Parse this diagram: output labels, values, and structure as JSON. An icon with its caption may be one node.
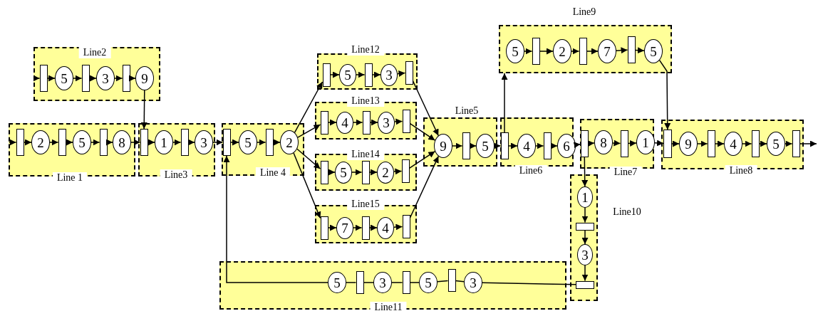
{
  "diagram": {
    "nodes": [
      {
        "text": [
          "Line2"
        ]
      },
      {
        "text": [],
        "shape": "bar",
        "in": 0
      },
      {
        "text": [
          "5"
        ],
        "in": 0
      },
      {
        "text": [],
        "shape": "bar",
        "in": 0
      },
      {
        "text": [
          "3"
        ],
        "in": 0
      },
      {
        "text": [],
        "shape": "bar",
        "in": 0
      },
      {
        "text": [
          "9"
        ],
        "in": 0
      },
      {
        "text": [
          "Line 1"
        ]
      },
      {
        "text": [],
        "shape": "bar",
        "in": 7
      },
      {
        "text": [
          "2"
        ],
        "in": 7
      },
      {
        "text": [],
        "shape": "bar",
        "in": 7
      },
      {
        "text": [
          "5"
        ],
        "in": 7
      },
      {
        "text": [],
        "shape": "bar",
        "in": 7
      },
      {
        "text": [
          "8"
        ],
        "in": 7
      },
      {
        "text": [
          "Line3"
        ]
      },
      {
        "text": [],
        "shape": "bar",
        "in": 14
      },
      {
        "text": [
          "1"
        ],
        "in": 14
      },
      {
        "text": [],
        "shape": "bar",
        "in": 14
      },
      {
        "text": [
          "3"
        ],
        "in": 14
      },
      {
        "text": [
          "Line 4"
        ]
      },
      {
        "text": [],
        "shape": "bar",
        "in": 19
      },
      {
        "text": [
          "5"
        ],
        "in": 19
      },
      {
        "text": [],
        "shape": "bar",
        "in": 19
      },
      {
        "text": [
          "2"
        ],
        "in": 19
      },
      {
        "text": [
          "Line12"
        ]
      },
      {
        "text": [],
        "shape": "bar",
        "in": 24
      },
      {
        "text": [
          "5"
        ],
        "in": 24
      },
      {
        "text": [],
        "shape": "bar",
        "in": 24
      },
      {
        "text": [
          "3"
        ],
        "in": 24
      },
      {
        "text": [],
        "shape": "bar",
        "in": 24
      },
      {
        "text": [
          "Line13"
        ]
      },
      {
        "text": [],
        "shape": "bar",
        "in": 30
      },
      {
        "text": [
          "4"
        ],
        "in": 30
      },
      {
        "text": [],
        "shape": "bar",
        "in": 30
      },
      {
        "text": [
          "3"
        ],
        "in": 30
      },
      {
        "text": [],
        "shape": "bar",
        "in": 30
      },
      {
        "text": [
          "Line14"
        ]
      },
      {
        "text": [],
        "shape": "bar",
        "in": 36
      },
      {
        "text": [
          "5"
        ],
        "in": 36
      },
      {
        "text": [],
        "shape": "bar",
        "in": 36
      },
      {
        "text": [
          "2"
        ],
        "in": 36
      },
      {
        "text": [],
        "shape": "bar",
        "in": 36
      },
      {
        "text": [
          "Line15"
        ]
      },
      {
        "text": [],
        "shape": "bar",
        "in": 42
      },
      {
        "text": [
          "7"
        ],
        "in": 42
      },
      {
        "text": [],
        "shape": "bar",
        "in": 42
      },
      {
        "text": [
          "4"
        ],
        "in": 42
      },
      {
        "text": [],
        "shape": "bar",
        "in": 42
      },
      {
        "text": [
          "Line5"
        ]
      },
      {
        "text": [
          "9"
        ],
        "in": 48
      },
      {
        "text": [],
        "shape": "bar",
        "in": 48
      },
      {
        "text": [
          "5"
        ],
        "in": 48
      },
      {
        "text": [
          "Line6"
        ]
      },
      {
        "text": [],
        "shape": "bar",
        "in": 52
      },
      {
        "text": [
          "4"
        ],
        "in": 52
      },
      {
        "text": [],
        "shape": "bar",
        "in": 52
      },
      {
        "text": [
          "6"
        ],
        "in": 52
      },
      {
        "text": [
          "Line9"
        ]
      },
      {
        "text": [
          "5"
        ],
        "in": 57
      },
      {
        "text": [],
        "shape": "bar",
        "in": 57
      },
      {
        "text": [
          "2"
        ],
        "in": 57
      },
      {
        "text": [],
        "shape": "bar",
        "in": 57
      },
      {
        "text": [
          "7"
        ],
        "in": 57
      },
      {
        "text": [],
        "shape": "bar",
        "in": 57
      },
      {
        "text": [
          "5"
        ],
        "in": 57
      },
      {
        "text": [
          "Line7"
        ]
      },
      {
        "text": [],
        "shape": "bar",
        "in": 65
      },
      {
        "text": [
          "8"
        ],
        "in": 65
      },
      {
        "text": [],
        "shape": "bar",
        "in": 65
      },
      {
        "text": [
          "1"
        ],
        "in": 65
      },
      {
        "text": [
          "Line8"
        ]
      },
      {
        "text": [],
        "shape": "bar",
        "in": 70
      },
      {
        "text": [
          "9"
        ],
        "in": 70
      },
      {
        "text": [],
        "shape": "bar",
        "in": 70
      },
      {
        "text": [
          "4"
        ],
        "in": 70
      },
      {
        "text": [],
        "shape": "bar",
        "in": 70
      },
      {
        "text": [
          "5"
        ],
        "in": 70
      },
      {
        "text": [],
        "shape": "bar",
        "in": 70
      },
      {
        "text": [
          "Line10"
        ]
      },
      {
        "text": [
          "1"
        ],
        "in": 78
      },
      {
        "text": [],
        "shape": "bar",
        "in": 78
      },
      {
        "text": [
          "3"
        ],
        "in": 78
      },
      {
        "text": [],
        "shape": "bar",
        "in": 78
      },
      {
        "text": [
          "Line11"
        ]
      },
      {
        "text": [
          "5"
        ],
        "in": 83
      },
      {
        "text": [],
        "shape": "bar",
        "in": 83
      },
      {
        "text": [
          "3"
        ],
        "in": 83
      },
      {
        "text": [],
        "shape": "bar",
        "in": 83
      },
      {
        "text": [
          "5"
        ],
        "in": 83
      },
      {
        "text": [],
        "shape": "bar",
        "in": 83
      },
      {
        "text": [
          "3"
        ],
        "in": 83
      }
    ],
    "edges": [
      {
        "from": null,
        "to": 1,
        "arrow": "to"
      },
      {
        "from": 1,
        "to": 2,
        "arrow": "to"
      },
      {
        "from": 2,
        "to": 3,
        "arrow": "to"
      },
      {
        "from": 3,
        "to": 4,
        "arrow": "to"
      },
      {
        "from": 4,
        "to": 5,
        "arrow": "to"
      },
      {
        "from": 5,
        "to": 6,
        "arrow": "to"
      },
      {
        "from": 6,
        "to": 15,
        "arrow": "to"
      },
      {
        "from": null,
        "to": 8,
        "arrow": "to"
      },
      {
        "from": 8,
        "to": 9,
        "arrow": "to"
      },
      {
        "from": 9,
        "to": 10,
        "arrow": "to"
      },
      {
        "from": 10,
        "to": 11,
        "arrow": "to"
      },
      {
        "from": 11,
        "to": 12,
        "arrow": "to"
      },
      {
        "from": 12,
        "to": 13,
        "arrow": "to"
      },
      {
        "from": 13,
        "to": 15,
        "arrow": "to"
      },
      {
        "from": 15,
        "to": 16,
        "arrow": "to"
      },
      {
        "from": 16,
        "to": 17,
        "arrow": "to"
      },
      {
        "from": 17,
        "to": 18,
        "arrow": "to"
      },
      {
        "from": 18,
        "to": 20,
        "arrow": "to"
      },
      {
        "from": 20,
        "to": 21,
        "arrow": "to"
      },
      {
        "from": 21,
        "to": 22,
        "arrow": "to"
      },
      {
        "from": 22,
        "to": 23,
        "arrow": "to"
      },
      {
        "from": 23,
        "to": 25,
        "arrow": "to"
      },
      {
        "from": 23,
        "to": 31,
        "arrow": "to"
      },
      {
        "from": 23,
        "to": 37,
        "arrow": "to"
      },
      {
        "from": 23,
        "to": 43,
        "arrow": "to"
      },
      {
        "from": 25,
        "to": 26,
        "arrow": "to"
      },
      {
        "from": 26,
        "to": 27,
        "arrow": "to"
      },
      {
        "from": 27,
        "to": 28,
        "arrow": "to"
      },
      {
        "from": 28,
        "to": 29,
        "arrow": "to"
      },
      {
        "from": 31,
        "to": 32,
        "arrow": "to"
      },
      {
        "from": 32,
        "to": 33,
        "arrow": "to"
      },
      {
        "from": 33,
        "to": 34,
        "arrow": "to"
      },
      {
        "from": 34,
        "to": 35,
        "arrow": "to"
      },
      {
        "from": 37,
        "to": 38,
        "arrow": "to"
      },
      {
        "from": 38,
        "to": 39,
        "arrow": "to"
      },
      {
        "from": 39,
        "to": 40,
        "arrow": "to"
      },
      {
        "from": 40,
        "to": 41,
        "arrow": "to"
      },
      {
        "from": 43,
        "to": 44,
        "arrow": "to"
      },
      {
        "from": 44,
        "to": 45,
        "arrow": "to"
      },
      {
        "from": 45,
        "to": 46,
        "arrow": "to"
      },
      {
        "from": 46,
        "to": 47,
        "arrow": "to"
      },
      {
        "from": 29,
        "to": 49,
        "arrow": "to"
      },
      {
        "from": 35,
        "to": 49,
        "arrow": "to"
      },
      {
        "from": 41,
        "to": 49,
        "arrow": "to"
      },
      {
        "from": 47,
        "to": 49,
        "arrow": "to"
      },
      {
        "from": 49,
        "to": 50,
        "arrow": "to"
      },
      {
        "from": 50,
        "to": 51,
        "arrow": "to"
      },
      {
        "from": 51,
        "to": 53,
        "arrow": "to"
      },
      {
        "from": 53,
        "to": 54,
        "arrow": "to"
      },
      {
        "from": 54,
        "to": 55,
        "arrow": "to"
      },
      {
        "from": 55,
        "to": 56,
        "arrow": "to"
      },
      {
        "from": 53,
        "to": 57,
        "arrow": "to"
      },
      {
        "from": 58,
        "to": 59,
        "arrow": "to"
      },
      {
        "from": 59,
        "to": 60,
        "arrow": "to"
      },
      {
        "from": 60,
        "to": 61,
        "arrow": "to"
      },
      {
        "from": 61,
        "to": 62,
        "arrow": "to"
      },
      {
        "from": 62,
        "to": 63,
        "arrow": "to"
      },
      {
        "from": 63,
        "to": 64,
        "arrow": "to"
      },
      {
        "from": 64,
        "to": 71,
        "arrow": "to"
      },
      {
        "from": 56,
        "to": 66,
        "arrow": "to"
      },
      {
        "from": 66,
        "to": 67,
        "arrow": "to"
      },
      {
        "from": 67,
        "to": 68,
        "arrow": "to"
      },
      {
        "from": 68,
        "to": 69,
        "arrow": "to"
      },
      {
        "from": 69,
        "to": 71,
        "arrow": "to"
      },
      {
        "from": 71,
        "to": 72,
        "arrow": "to"
      },
      {
        "from": 72,
        "to": 73,
        "arrow": "to"
      },
      {
        "from": 73,
        "to": 74,
        "arrow": "to"
      },
      {
        "from": 74,
        "to": 75,
        "arrow": "to"
      },
      {
        "from": 75,
        "to": 76,
        "arrow": "to"
      },
      {
        "from": 76,
        "to": 77,
        "arrow": "to"
      },
      {
        "from": 77,
        "to": null,
        "arrow": "to"
      },
      {
        "from": 66,
        "to": 79,
        "arrow": "to"
      },
      {
        "from": 79,
        "to": 80,
        "arrow": "to"
      },
      {
        "from": 80,
        "to": 81,
        "arrow": "to"
      },
      {
        "from": 81,
        "to": 82,
        "arrow": "to"
      },
      {
        "from": 82,
        "to": 90,
        "arrow": "none"
      },
      {
        "from": 90,
        "to": 89,
        "arrow": "none"
      },
      {
        "from": 89,
        "to": 88,
        "arrow": "none"
      },
      {
        "from": 88,
        "to": 87,
        "arrow": "none"
      },
      {
        "from": 87,
        "to": 86,
        "arrow": "none"
      },
      {
        "from": 86,
        "to": 85,
        "arrow": "none"
      },
      {
        "from": 85,
        "to": 84,
        "arrow": "none"
      },
      {
        "from": 84,
        "to": 20,
        "arrow": "to"
      }
    ]
  }
}
